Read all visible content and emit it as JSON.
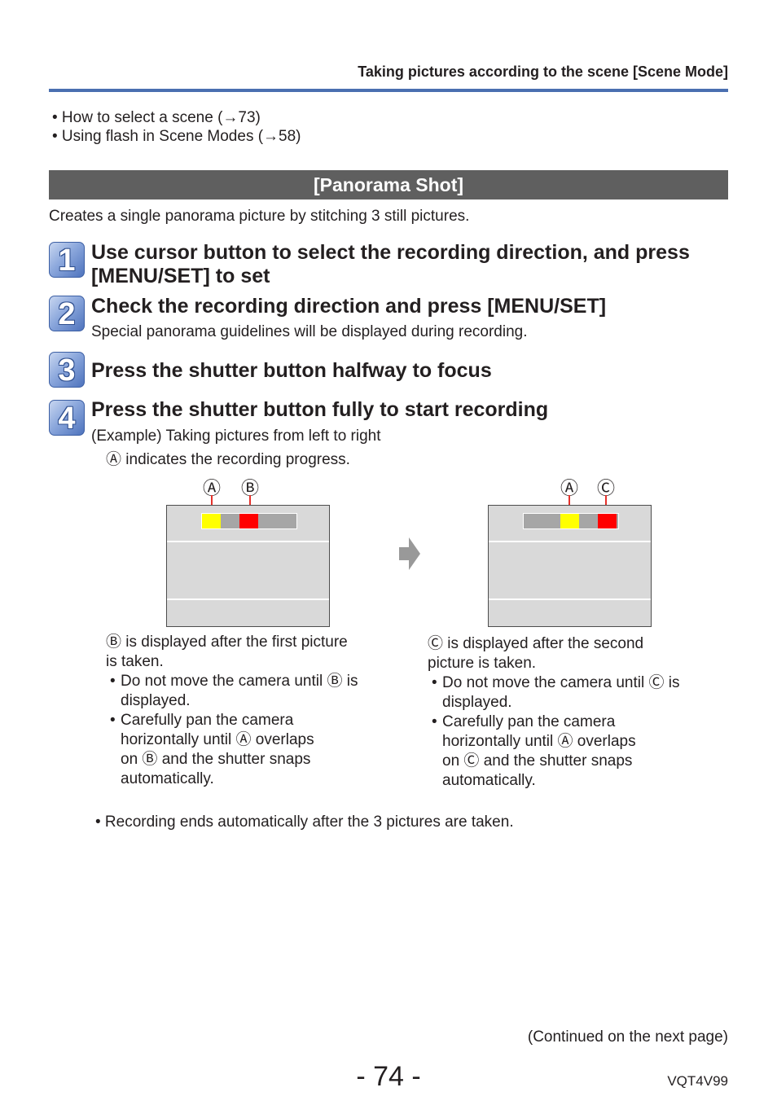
{
  "header": {
    "title": "Taking pictures according to the scene  [Scene Mode]"
  },
  "refs": [
    "• How to select a scene (→73)",
    "• Using flash in Scene Modes (→58)"
  ],
  "section": {
    "title": "[Panorama Shot]",
    "intro": "Creates a single panorama picture by stitching 3 still pictures."
  },
  "steps": [
    {
      "number": "1",
      "title": "Use cursor button to select the recording direction, and press [MENU/SET] to set"
    },
    {
      "number": "2",
      "title": "Check the recording direction and press [MENU/SET]",
      "sub": "Special panorama guidelines will be displayed during recording."
    },
    {
      "number": "3",
      "title": "Press the shutter button halfway to focus"
    },
    {
      "number": "4",
      "title": "Press the shutter button fully to start recording",
      "sub1": "(Example) Taking pictures from left to right",
      "sub2": "Ⓐ indicates the recording progress."
    }
  ],
  "diagram": {
    "left_labels": [
      "Ⓐ",
      "Ⓑ"
    ],
    "right_labels": [
      "Ⓐ",
      "Ⓒ"
    ],
    "colors": {
      "progress": "#ffff00",
      "target": "#ff0000",
      "empty": "#a6a6a6",
      "screen": "#d9d9d9"
    }
  },
  "captions": {
    "left": {
      "lead1": "Ⓑ is displayed after the first picture",
      "lead2": "is taken.",
      "b1": [
        "Do not move the camera until Ⓑ is",
        "displayed."
      ],
      "b2": [
        "Carefully pan the camera",
        "horizontally until Ⓐ overlaps",
        "on Ⓑ and the shutter snaps",
        "automatically."
      ]
    },
    "right": {
      "lead1": "Ⓒ is displayed after the second",
      "lead2": "picture is taken.",
      "b1": [
        "Do not move the camera until Ⓒ is",
        "displayed."
      ],
      "b2": [
        "Carefully pan the camera",
        "horizontally until Ⓐ overlaps",
        "on Ⓒ and the shutter snaps",
        "automatically."
      ]
    }
  },
  "note": "• Recording ends automatically after the 3 pictures are taken.",
  "footer": {
    "continued": "(Continued on the next page)",
    "page": "- 74 -",
    "model": "VQT4V99"
  }
}
